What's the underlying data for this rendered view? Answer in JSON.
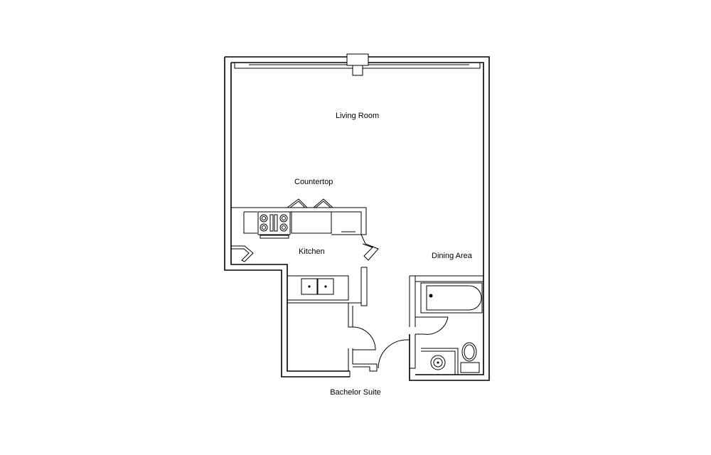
{
  "labels": {
    "living_room": "Living Room",
    "countertop": "Countertop",
    "kitchen": "Kitchen",
    "dining_area": "Dining Area"
  },
  "caption": "Bachelor Suite"
}
